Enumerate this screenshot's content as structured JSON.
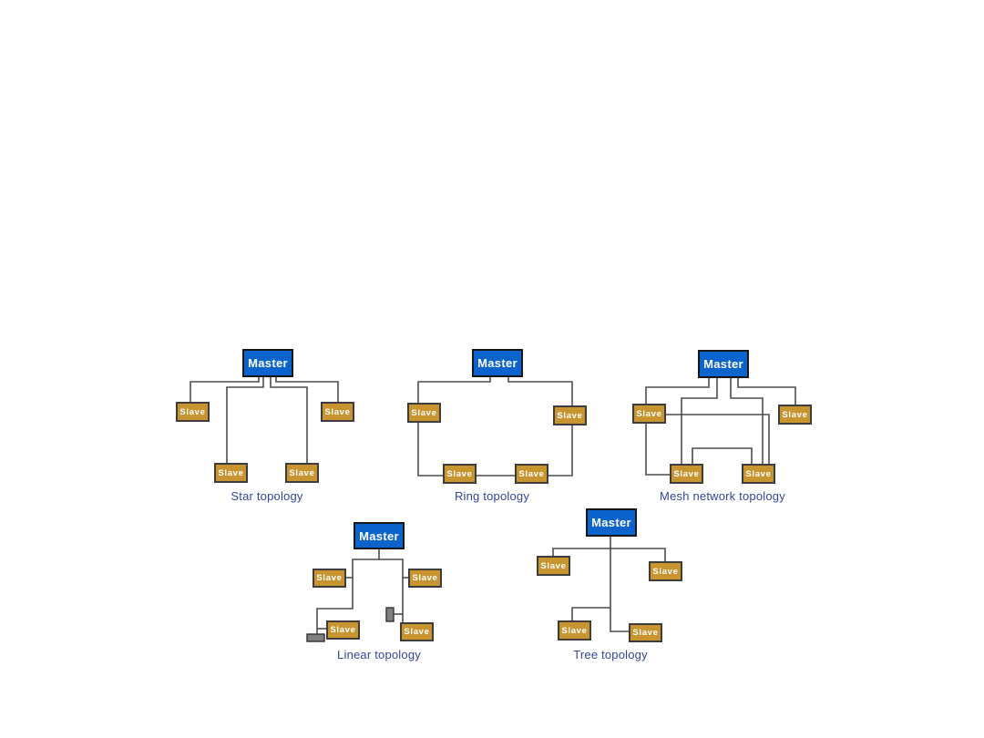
{
  "labels": {
    "master": "Master",
    "slave": "Slave"
  },
  "colors": {
    "background": "#ffffff",
    "master_fill": "#0b64cb",
    "slave_fill": "#c79430",
    "box_border": "#3d3d3d",
    "master_border": "#161616",
    "connector_line": "#4d4d4d",
    "caption_text": "#35459c",
    "node_text": "#ffffff",
    "terminator_fill": "#7f7f7f"
  },
  "diagrams": {
    "star": {
      "caption": "Star topology",
      "master_label": "Master",
      "slave_label": "Slave",
      "slave_count": 4,
      "edges": [
        "master → slave-left",
        "master → slave-right",
        "master → slave-bottom-left",
        "master → slave-bottom-right"
      ]
    },
    "ring": {
      "caption": "Ring topology",
      "master_label": "Master",
      "slave_label": "Slave",
      "slave_count": 4,
      "edges": [
        "master → slave-left",
        "slave-left → slave-bottom-left",
        "slave-bottom-left → slave-bottom-right",
        "slave-bottom-right → slave-right",
        "slave-right → master"
      ]
    },
    "mesh": {
      "caption": "Mesh network topology",
      "master_label": "Master",
      "slave_label": "Slave",
      "slave_count": 4,
      "edges": [
        "master → slave-left",
        "master → slave-right",
        "master → slave-bottom-left",
        "master → slave-bottom-right",
        "slave-left → slave-bottom-left",
        "slave-left → slave-bottom-right",
        "slave-bottom-left → slave-bottom-right"
      ]
    },
    "linear": {
      "caption": "Linear topology",
      "master_label": "Master",
      "slave_label": "Slave",
      "slave_count": 4,
      "terminator_count": 2,
      "edges": [
        "master → bus",
        "bus → slave-upper-left",
        "bus → slave-lower-left",
        "bus → terminator-left",
        "bus → slave-upper-right",
        "bus → terminator-right",
        "bus → slave-lower-right"
      ]
    },
    "tree": {
      "caption": "Tree topology",
      "master_label": "Master",
      "slave_label": "Slave",
      "slave_count": 4,
      "edges": [
        "master → slave-left",
        "master → slave-right",
        "trunk → slave-bottom-left",
        "trunk → slave-bottom-right"
      ]
    }
  }
}
